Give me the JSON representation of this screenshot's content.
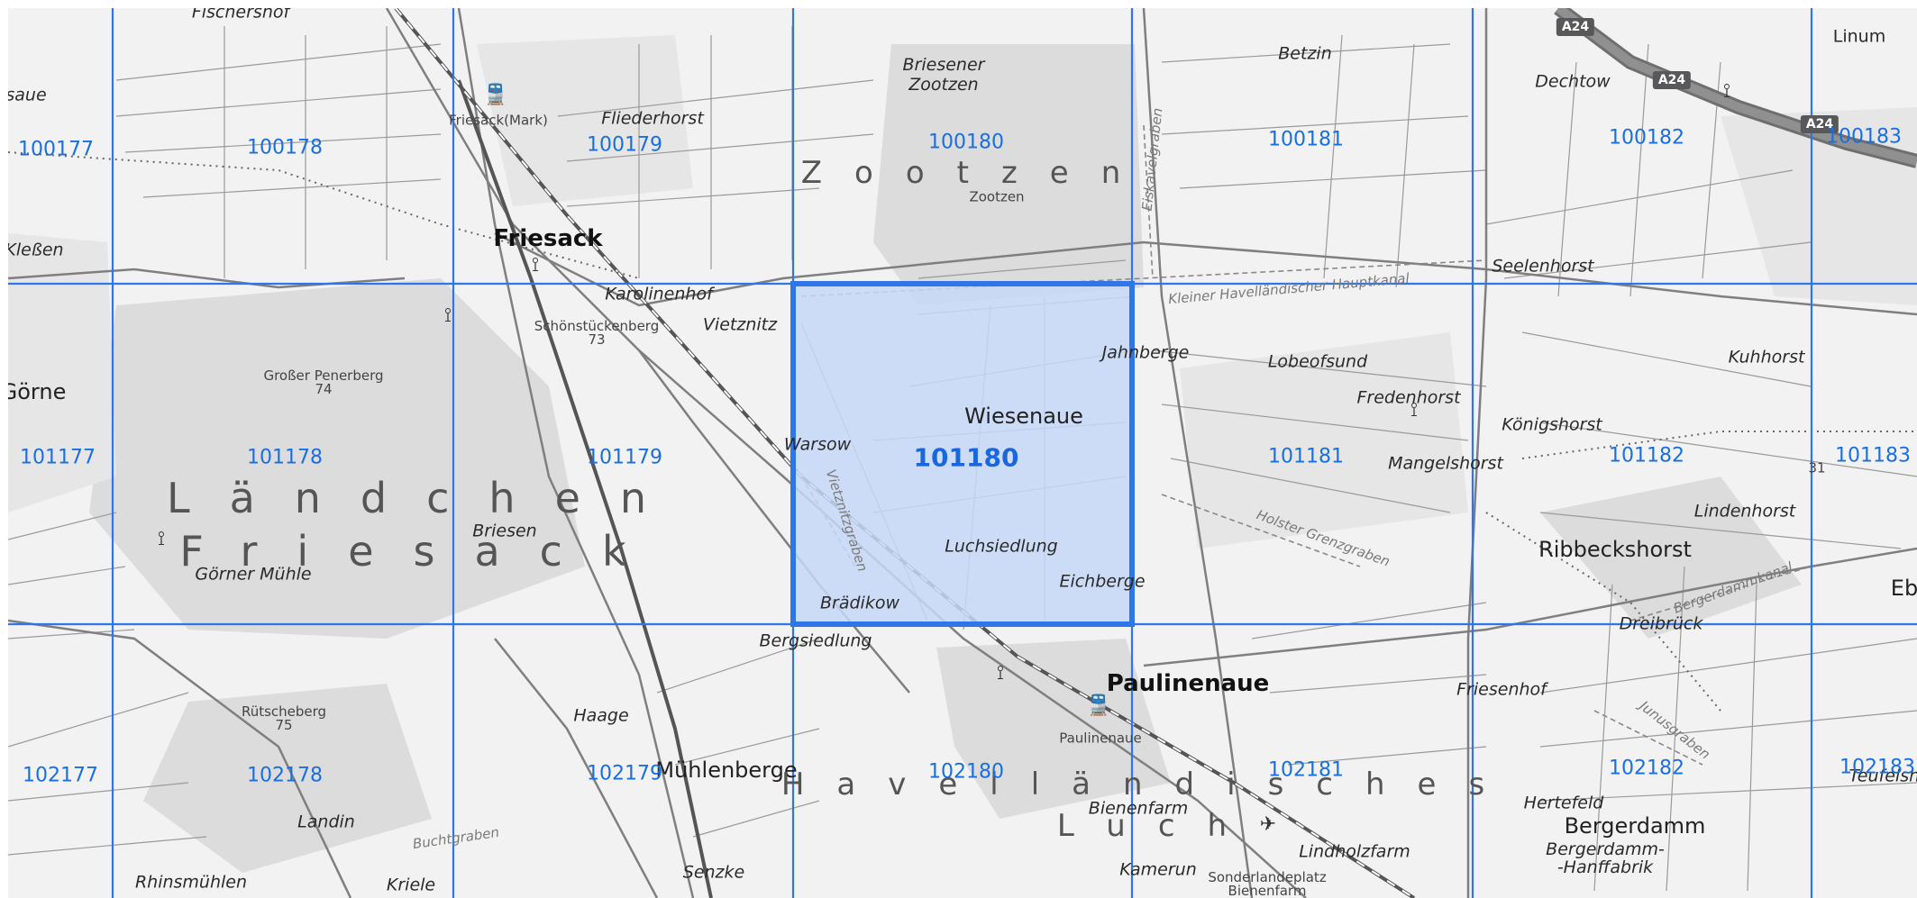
{
  "map": {
    "selected_cell": "101180",
    "grid_color": "#2f76e8",
    "selection_fill": "#c7d8f7",
    "road_badges": [
      "A24",
      "A24",
      "A24"
    ],
    "cells": [
      "100177",
      "100178",
      "100179",
      "100180",
      "100181",
      "100182",
      "100183",
      "101177",
      "101178",
      "101179",
      "101180",
      "101181",
      "101182",
      "101183",
      "102177",
      "102178",
      "102179",
      "102180",
      "102181",
      "102182",
      "102183"
    ],
    "labels": {
      "fischershof": "Fischershof",
      "friesack_mark": "Friesack(Mark)",
      "fliederhorst": "Fliederhorst",
      "briesener_zootzen": "Briesener\nZootzen",
      "zootzen_region": "Zootzen",
      "zootzen": "Zootzen",
      "betzin": "Betzin",
      "dechtow": "Dechtow",
      "linum": "Linum",
      "saue": "saue",
      "klessen": "Kleßen",
      "friesack": "Friesack",
      "karolinenhof": "Karolinenhof",
      "schonstuckenberg": "Schönstückenberg\n73",
      "vietznitz": "Vietznitz",
      "grosser_penerberg": "Großer Penerberg\n74",
      "gorne": "Görne",
      "jahnberge": "Jahnberge",
      "lobeofsund": "Lobeofsund",
      "fredenhorst": "Fredenhorst",
      "seelenhorst": "Seelenhorst",
      "kuhhorst": "Kuhhorst",
      "konigshorst": "Königshorst",
      "mangelshorst": "Mangelshorst",
      "warsow": "Warsow",
      "wiesenaue": "Wiesenaue",
      "landchen": "Ländchen",
      "friesack_region": "Friesack",
      "briesen": "Briesen",
      "gorner_muhle": "Görner Mühle",
      "luchsiedlung": "Luchsiedlung",
      "eichberge": "Eichberge",
      "bradikow": "Brädikow",
      "lindenhorst": "Lindenhorst",
      "ribbeckshorst": "Ribbeckshorst",
      "eb": "Eb",
      "dreibruck": "Dreibrück",
      "bergsiedlung": "Bergsiedlung",
      "paulinenaue": "Paulinenaue",
      "paulinenaue_station": "Paulinenaue",
      "friesenhof": "Friesenhof",
      "haage": "Haage",
      "rutscheberg": "Rütscheberg\n75",
      "muhlenberge": "Mühlenberge",
      "havellandisches": "Havelländisches",
      "luch": "Luch",
      "bienenfarm": "Bienenfarm",
      "hertefeld": "Hertefeld",
      "bergerdamm": "Bergerdamm",
      "bergerdamm_hanffabrik": "Bergerdamm-\n-Hanffabrik",
      "landin": "Landin",
      "rhinsmuhlen": "Rhinsmühlen",
      "kriele": "Kriele",
      "senzke": "Senzke",
      "kamerun": "Kamerun",
      "sonderlandeplatz": "Sonderlandeplatz\nBienenfarm",
      "lindholzfarm": "Lindholzfarm",
      "teufelshof": "Teufelshof",
      "kleiner_havellandischer_hauptkanal": "Kleiner Havelländischer Hauptkanal",
      "eiskavelgraben": "Eiskavelgraben",
      "vietznitzgraben": "Vietznitzgraben",
      "holster_grenzgraben": "Holster Grenzgraben",
      "bergerdammkanal": "Bergerdammkanal",
      "junusgraben": "Junusgraben",
      "buchtgraben": "Buchtgraben",
      "spot_31": "31"
    }
  }
}
